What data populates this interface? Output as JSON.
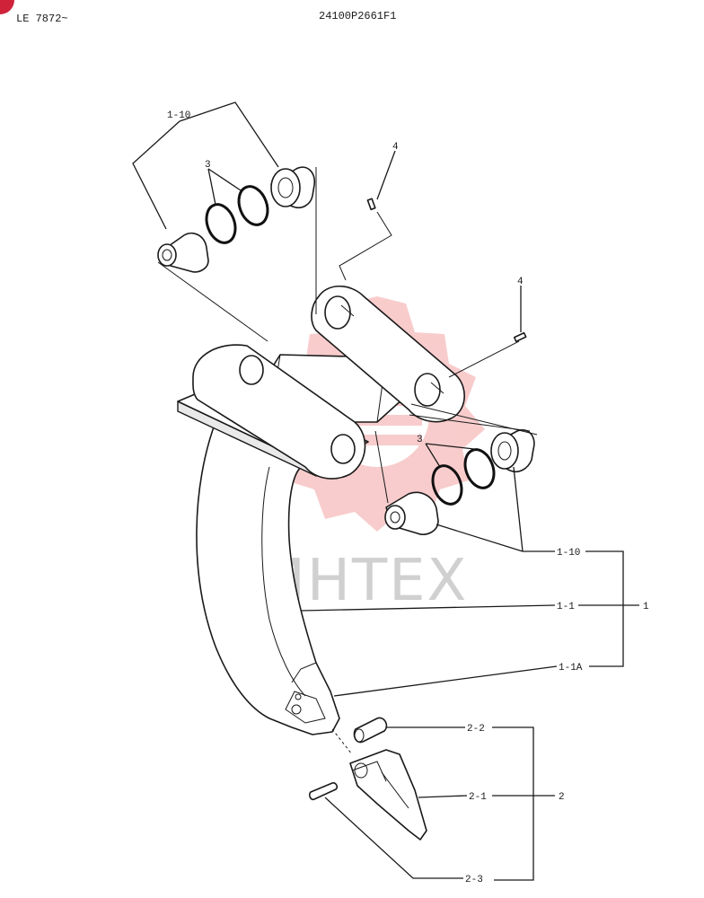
{
  "header": {
    "model": "LE 7872~",
    "drawing_no": "24100P2661F1"
  },
  "watermark": {
    "text": "ИНТЕХ",
    "color": "#f2a8a8"
  },
  "callouts": {
    "c_1_10_top": "1-10",
    "c_3_top": "3",
    "c_4_top": "4",
    "c_4_right": "4",
    "c_3_right": "3",
    "c_1_10_right": "1-10",
    "c_1_1": "1-1",
    "c_1": "1",
    "c_1_1a": "1-1A",
    "c_2_2": "2-2",
    "c_2_1": "2-1",
    "c_2": "2",
    "c_2_3": "2-3"
  }
}
